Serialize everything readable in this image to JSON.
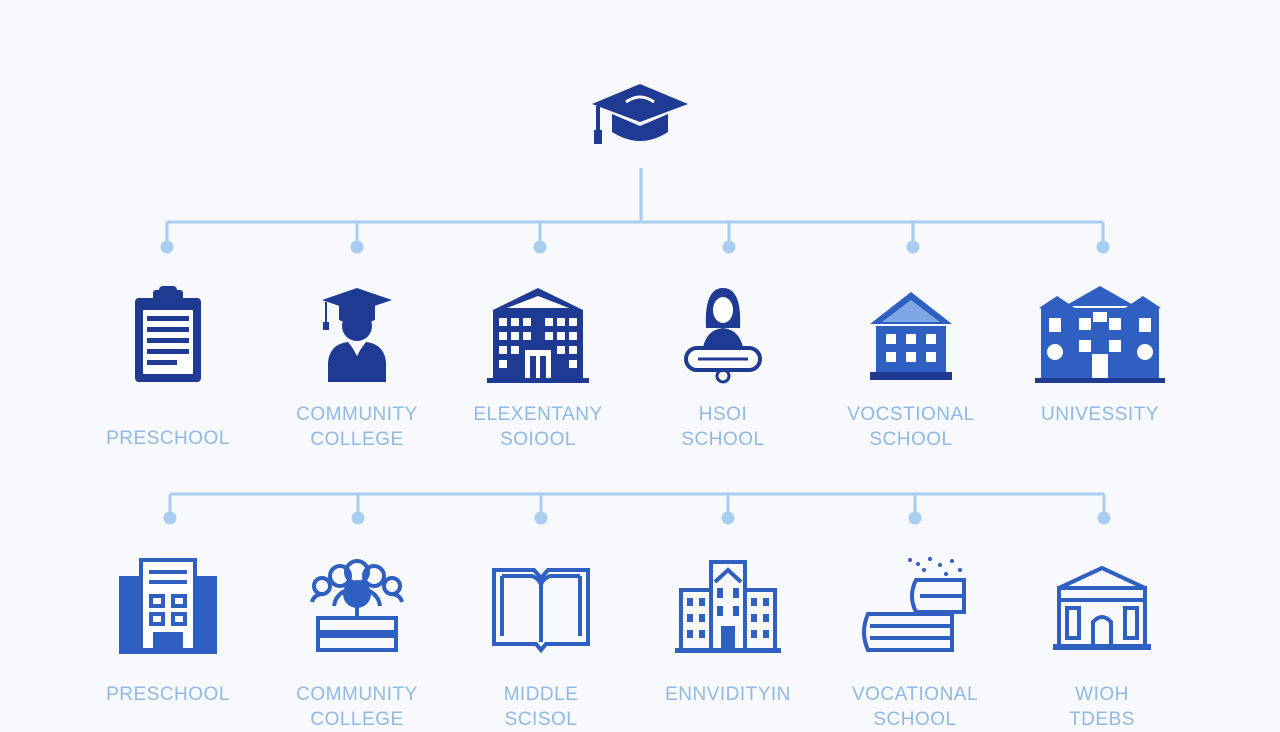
{
  "diagram": {
    "root": {
      "icon": "graduation-cap-icon"
    },
    "colors": {
      "connector": "#a9cdf0",
      "icon_dark": "#1f3a93",
      "icon_mid": "#2f5fc0",
      "label": "#8fb9e6",
      "background": "#f7f9fc"
    },
    "row1": [
      {
        "icon": "clipboard-icon",
        "label": "PRESCHOOL"
      },
      {
        "icon": "graduate-person-icon",
        "label": "COMMUNITY\nCOLLEGE"
      },
      {
        "icon": "school-building-icon",
        "label": "ELEXENTANY\nSOIOOL"
      },
      {
        "icon": "student-diploma-icon",
        "label": "HSOI\nSCHOOL"
      },
      {
        "icon": "classical-building-icon",
        "label": "VOCSTIONAL\nSCHOOL"
      },
      {
        "icon": "university-campus-icon",
        "label": "UNIVESSITY"
      }
    ],
    "row2": [
      {
        "icon": "office-building-icon",
        "label": "PRESCHOOL"
      },
      {
        "icon": "group-books-icon",
        "label": "COMMUNITY\nCOLLEGE"
      },
      {
        "icon": "open-book-icon",
        "label": "MIDDLE\nSCISOL"
      },
      {
        "icon": "city-building-icon",
        "label": "ENNVIDITYIN"
      },
      {
        "icon": "stacked-books-icon",
        "label": "VOCATIONAL\nSCHOOL"
      },
      {
        "icon": "museum-building-icon",
        "label": "WIOH\nTDEBS"
      }
    ]
  }
}
